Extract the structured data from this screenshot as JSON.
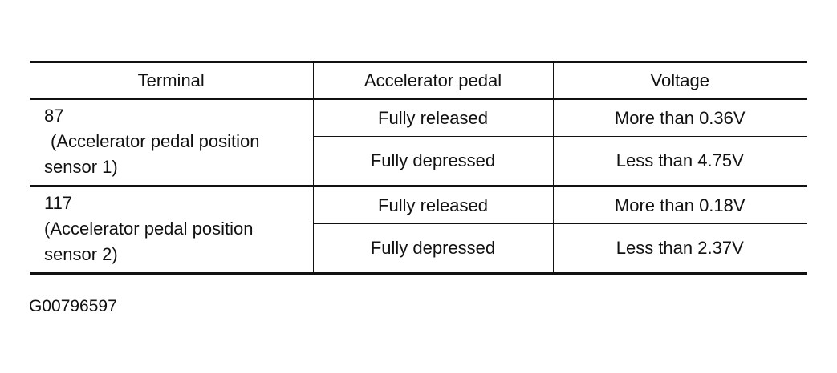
{
  "table": {
    "headers": [
      "Terminal",
      "Accelerator pedal",
      "Voltage"
    ],
    "groups": [
      {
        "terminal": "87",
        "description_line1": "(Accelerator pedal position",
        "description_line2": "sensor 1)",
        "rows": [
          {
            "pedal": "Fully released",
            "voltage": "More than 0.36V"
          },
          {
            "pedal": "Fully depressed",
            "voltage": "Less than 4.75V"
          }
        ]
      },
      {
        "terminal": "117",
        "description_line1": "(Accelerator pedal position",
        "description_line2": "sensor 2)",
        "rows": [
          {
            "pedal": "Fully released",
            "voltage": "More than 0.18V"
          },
          {
            "pedal": "Fully depressed",
            "voltage": "Less than 2.37V"
          }
        ]
      }
    ]
  },
  "figure_id": "G00796597"
}
